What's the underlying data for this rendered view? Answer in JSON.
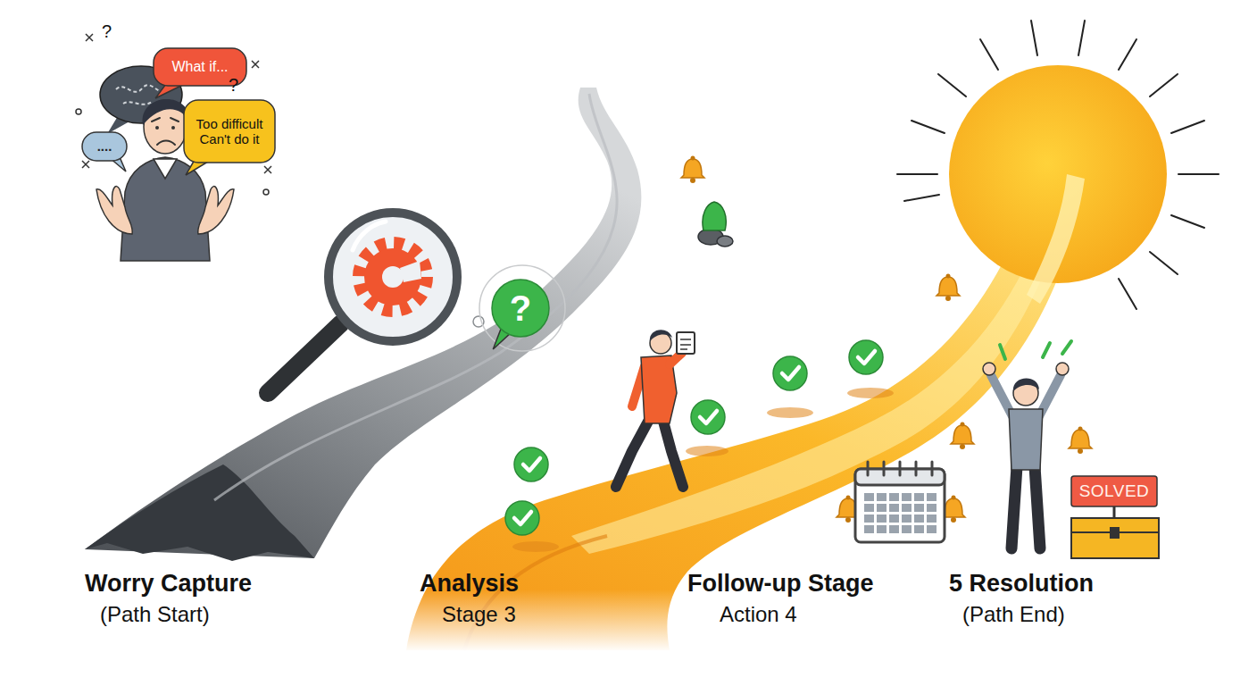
{
  "diagram": {
    "nodes": [
      {
        "text": [
          "What if..."
        ]
      },
      {
        "text": [
          "Too difficult Can't do it"
        ]
      },
      {
        "text": [
          "...."
        ]
      },
      {
        "text": [
          "?"
        ]
      },
      {
        "text": [
          "SOLVED"
        ]
      }
    ],
    "labels": [
      "Worry Capture",
      "(Path Start)",
      "Analysis",
      "Stage 3",
      "Follow-up Stage",
      "Action 4",
      "5 Resolution",
      "(Path End)",
      "?",
      "?"
    ]
  }
}
